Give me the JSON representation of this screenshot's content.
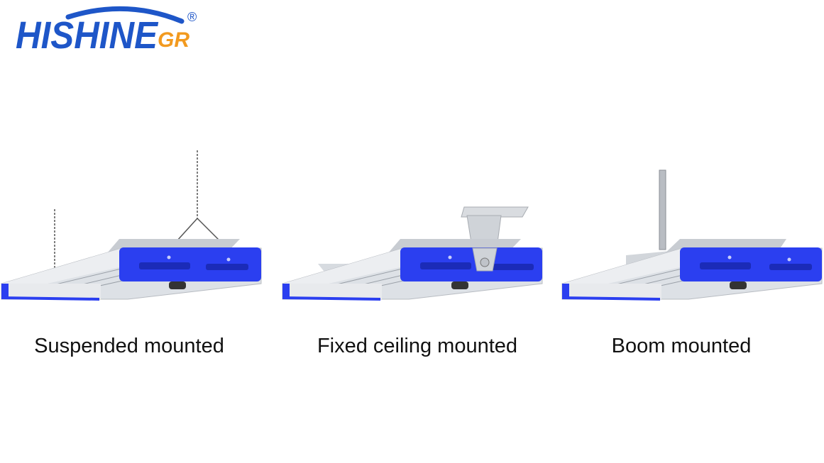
{
  "brand": {
    "name": "HISHINE",
    "suffix": "GR",
    "registered_mark": "®",
    "colors": {
      "name": "#1e56c8",
      "suffix": "#f29a1f"
    }
  },
  "colors": {
    "housing_blue": "#2b3ff0",
    "body_silver": "#d7dbe0",
    "background": "#ffffff"
  },
  "figures": [
    {
      "caption": "Suspended mounted",
      "mount": "chain"
    },
    {
      "caption": "Fixed ceiling mounted",
      "mount": "bracket"
    },
    {
      "caption": "Boom mounted",
      "mount": "pole"
    }
  ]
}
